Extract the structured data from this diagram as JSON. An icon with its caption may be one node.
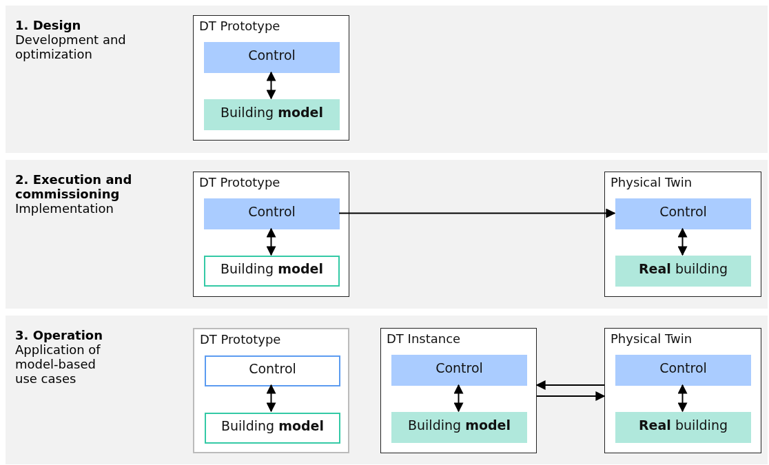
{
  "diagram": {
    "nodes": [
      {
        "text": [
          "1. Design",
          "Development and optimization"
        ]
      },
      {
        "text": [
          "DT Prototype"
        ],
        "in": 0
      },
      {
        "text": [
          "Control"
        ],
        "in": 1
      },
      {
        "text": [
          "Building **model**"
        ],
        "in": 1
      },
      {
        "text": [
          "2. Execution and commissioning",
          "Implementation"
        ]
      },
      {
        "text": [
          "DT Prototype"
        ],
        "in": 4
      },
      {
        "text": [
          "Control"
        ],
        "in": 5
      },
      {
        "text": [
          "Building **model**"
        ],
        "in": 5
      },
      {
        "text": [
          "Physical Twin"
        ],
        "in": 4
      },
      {
        "text": [
          "Control"
        ],
        "in": 8
      },
      {
        "text": [
          "**Real** building"
        ],
        "in": 8
      },
      {
        "text": [
          "3. Operation",
          "Application of model-based use cases"
        ]
      },
      {
        "text": [
          "DT Prototype"
        ],
        "in": 11
      },
      {
        "text": [
          "Control"
        ],
        "in": 12
      },
      {
        "text": [
          "Building **model**"
        ],
        "in": 12
      },
      {
        "text": [
          "DT Instance"
        ],
        "in": 11
      },
      {
        "text": [
          "Control"
        ],
        "in": 15
      },
      {
        "text": [
          "Building **model**"
        ],
        "in": 15
      },
      {
        "text": [
          "Physical Twin"
        ],
        "in": 11
      },
      {
        "text": [
          "Control"
        ],
        "in": 18
      },
      {
        "text": [
          "**Real** building"
        ],
        "in": 18
      }
    ],
    "edges": [
      {
        "from": 2,
        "to": 3,
        "arrow": "both"
      },
      {
        "from": 6,
        "to": 7,
        "arrow": "both"
      },
      {
        "from": 6,
        "to": 9,
        "arrow": "to"
      },
      {
        "from": 9,
        "to": 10,
        "arrow": "both"
      },
      {
        "from": 13,
        "to": 14,
        "arrow": "both"
      },
      {
        "from": 16,
        "to": 17,
        "arrow": "both"
      },
      {
        "from": 18,
        "to": 15,
        "arrow": "to"
      },
      {
        "from": 15,
        "to": 18,
        "arrow": "to"
      },
      {
        "from": 19,
        "to": 20,
        "arrow": "both"
      }
    ]
  }
}
